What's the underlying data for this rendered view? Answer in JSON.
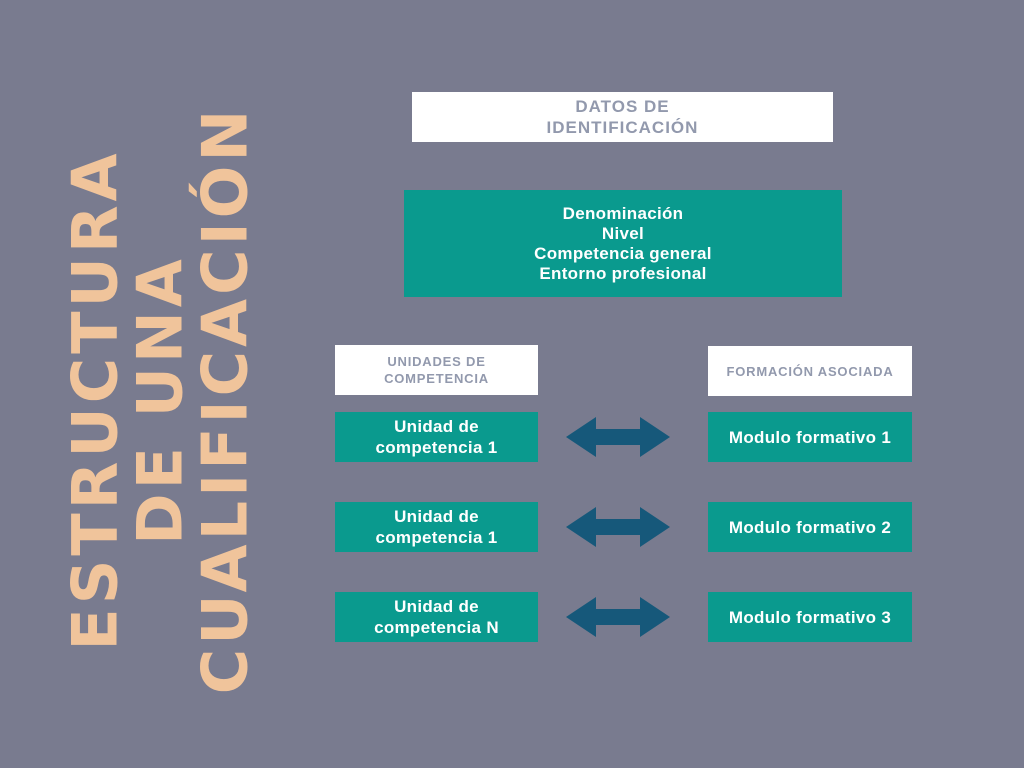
{
  "colors": {
    "background": "#797B8F",
    "teal": "#0A9A8E",
    "arrow": "#16587A",
    "header_text": "#9299AD",
    "title_text": "#F0C49B",
    "box_text": "#FFFFFF"
  },
  "title": {
    "line1": "ESTRUCTURA",
    "line2": "DE UNA",
    "line3": "CUALIFICACIÓN"
  },
  "identification": {
    "header_line1": "DATOS DE",
    "header_line2": "IDENTIFICACIÓN",
    "items": [
      "Denominación",
      "Nivel",
      "Competencia general",
      "Entorno profesional"
    ]
  },
  "columns": {
    "left_header_line1": "UNIDADES DE",
    "left_header_line2": "COMPETENCIA",
    "right_header": "FORMACIÓN ASOCIADA"
  },
  "rows": [
    {
      "left_line1": "Unidad de",
      "left_line2": "competencia 1",
      "right": "Modulo formativo 1"
    },
    {
      "left_line1": "Unidad de",
      "left_line2": "competencia 1",
      "right": "Modulo formativo 2"
    },
    {
      "left_line1": "Unidad de",
      "left_line2": "competencia N",
      "right": "Modulo formativo 3"
    }
  ]
}
